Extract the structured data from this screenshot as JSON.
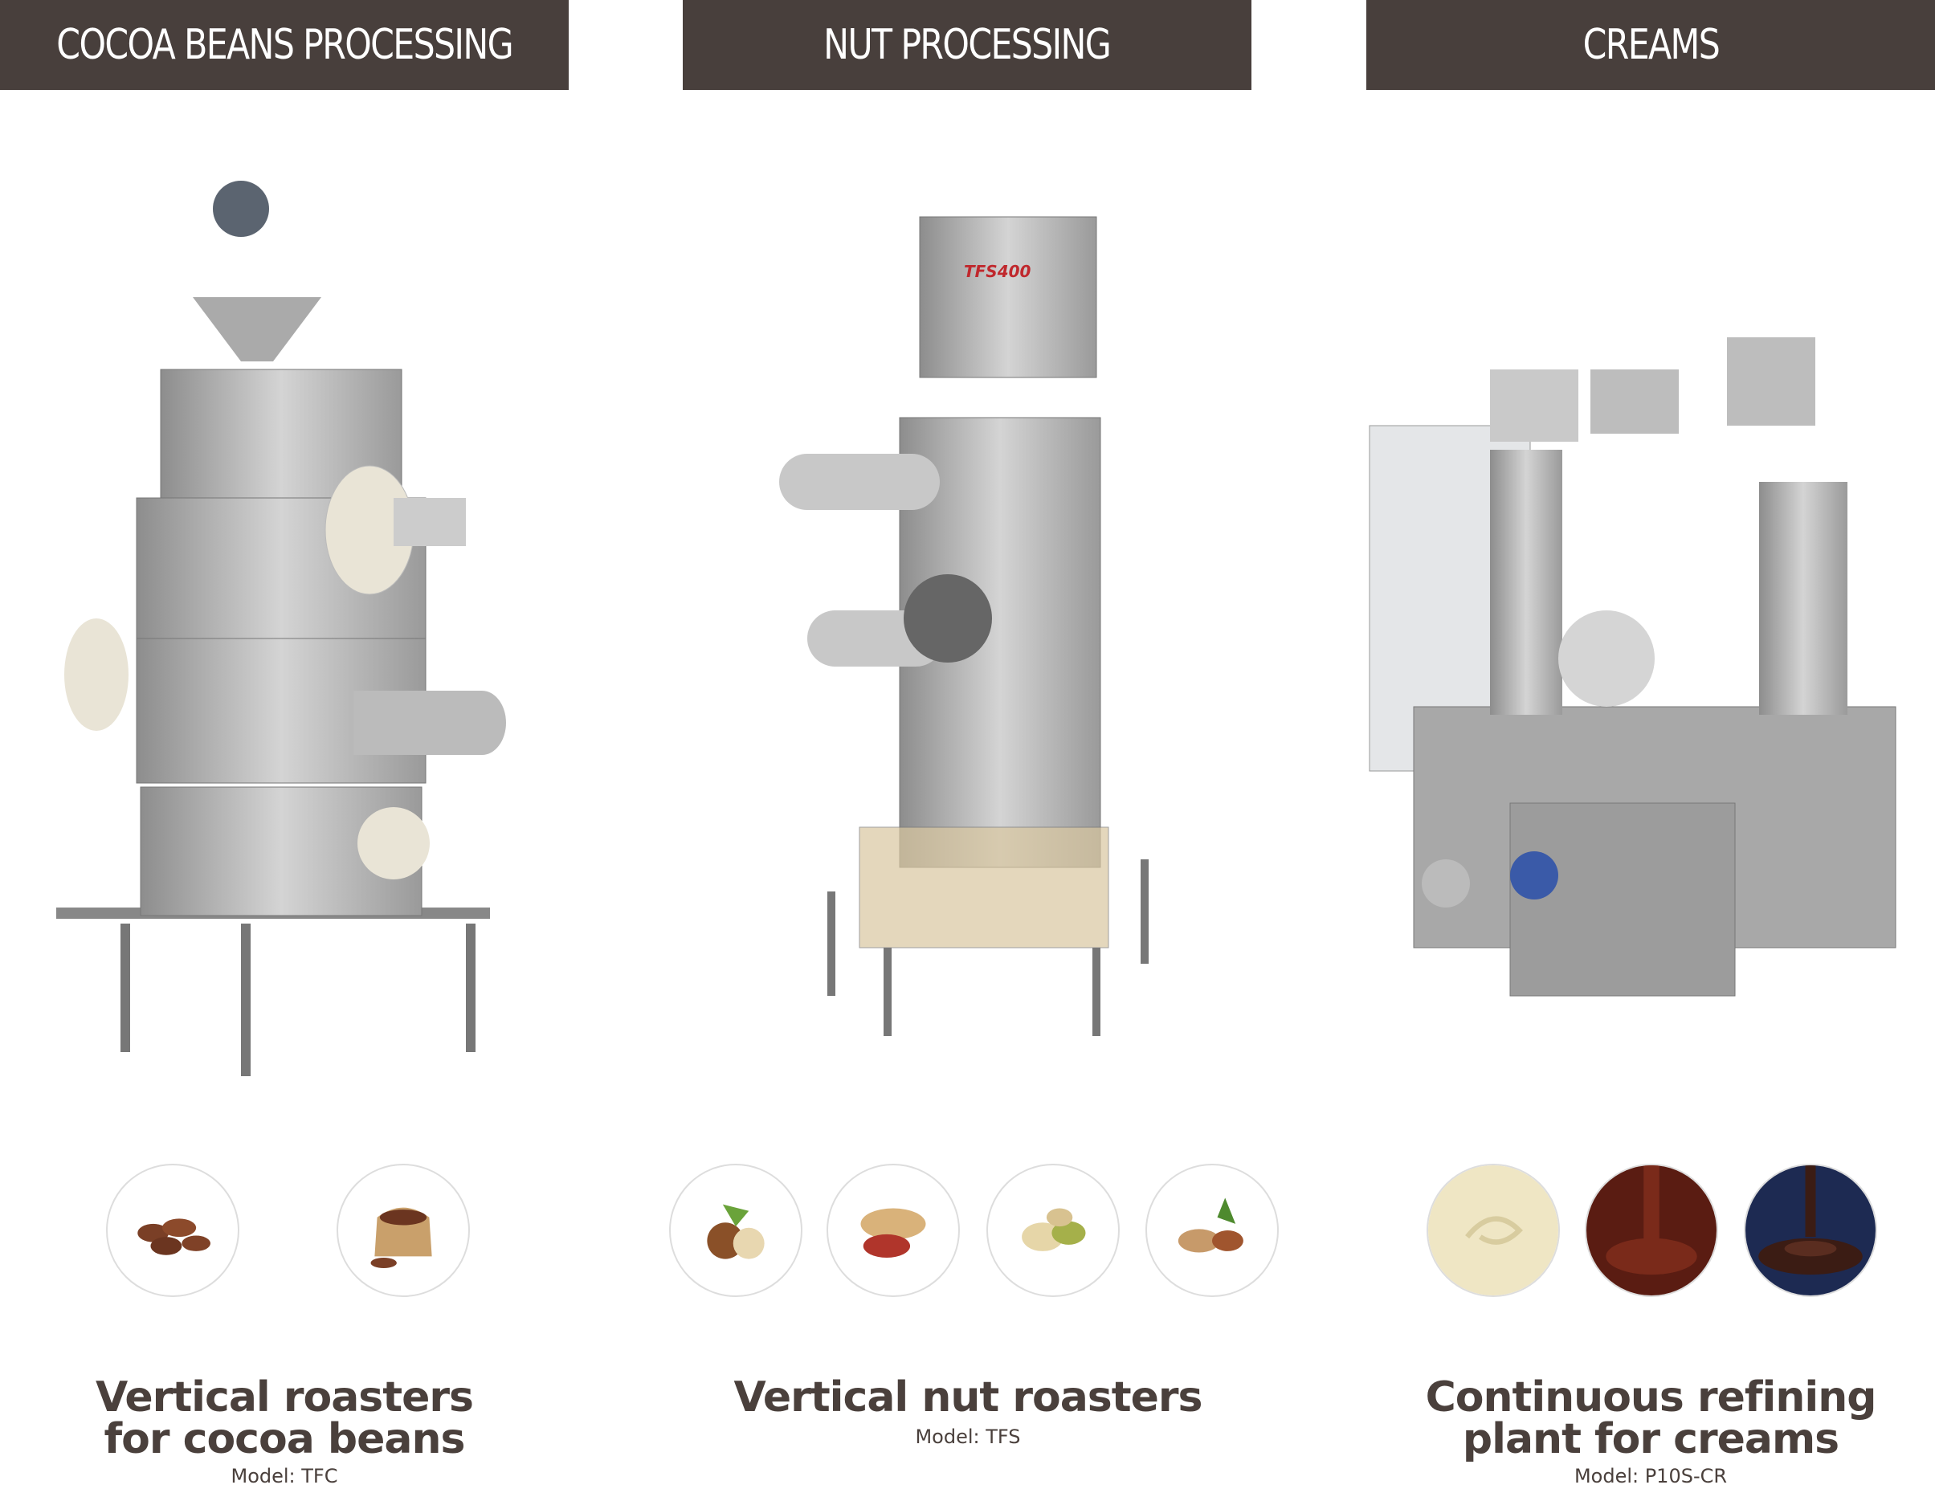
{
  "sections": [
    {
      "header": "COCOA BEANS PROCESSING",
      "title_line1": "Vertical roasters",
      "title_line2": "for cocoa beans",
      "model": "Model: TFC",
      "icons": [
        "cocoa-beans-icon",
        "cocoa-sack-icon"
      ]
    },
    {
      "header": "NUT PROCESSING",
      "title_line1": "Vertical nut roasters",
      "title_line2": "",
      "model": "Model: TFS",
      "machine_label": "TFS400",
      "icons": [
        "hazelnut-icon",
        "peanut-icon",
        "pistachio-icon",
        "almond-icon"
      ]
    },
    {
      "header": "CREAMS",
      "title_line1": "Continuous refining",
      "title_line2": "plant for creams",
      "model": "Model: P10S-CR",
      "icons": [
        "white-cream-icon",
        "chocolate-pour-icon",
        "chocolate-drop-icon"
      ]
    }
  ],
  "colors": {
    "header_bg": "#483f3c",
    "text": "#4a403c"
  }
}
